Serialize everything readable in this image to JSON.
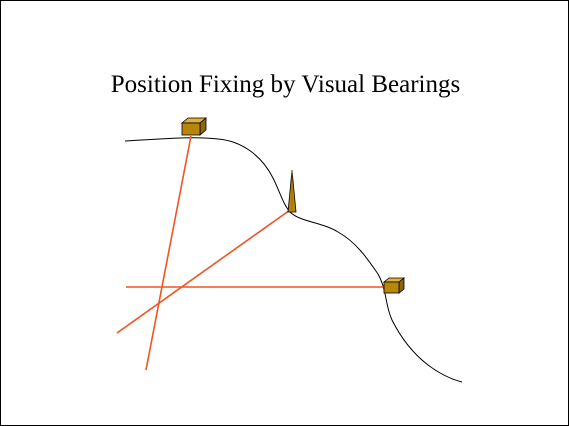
{
  "slide": {
    "title": "Position Fixing by Visual Bearings"
  },
  "diagram": {
    "landmarks": [
      "cube-building-hilltop",
      "spire-tower",
      "cube-building-shore"
    ],
    "bearing_line_count": 3,
    "colors": {
      "bearing_line": "#ee5522",
      "coastline": "#000000",
      "landmark_front": "#b8860b",
      "landmark_top": "#e0b040",
      "landmark_side": "#8b6508",
      "landmark_outline": "#000000",
      "background": "#ffffff"
    }
  }
}
